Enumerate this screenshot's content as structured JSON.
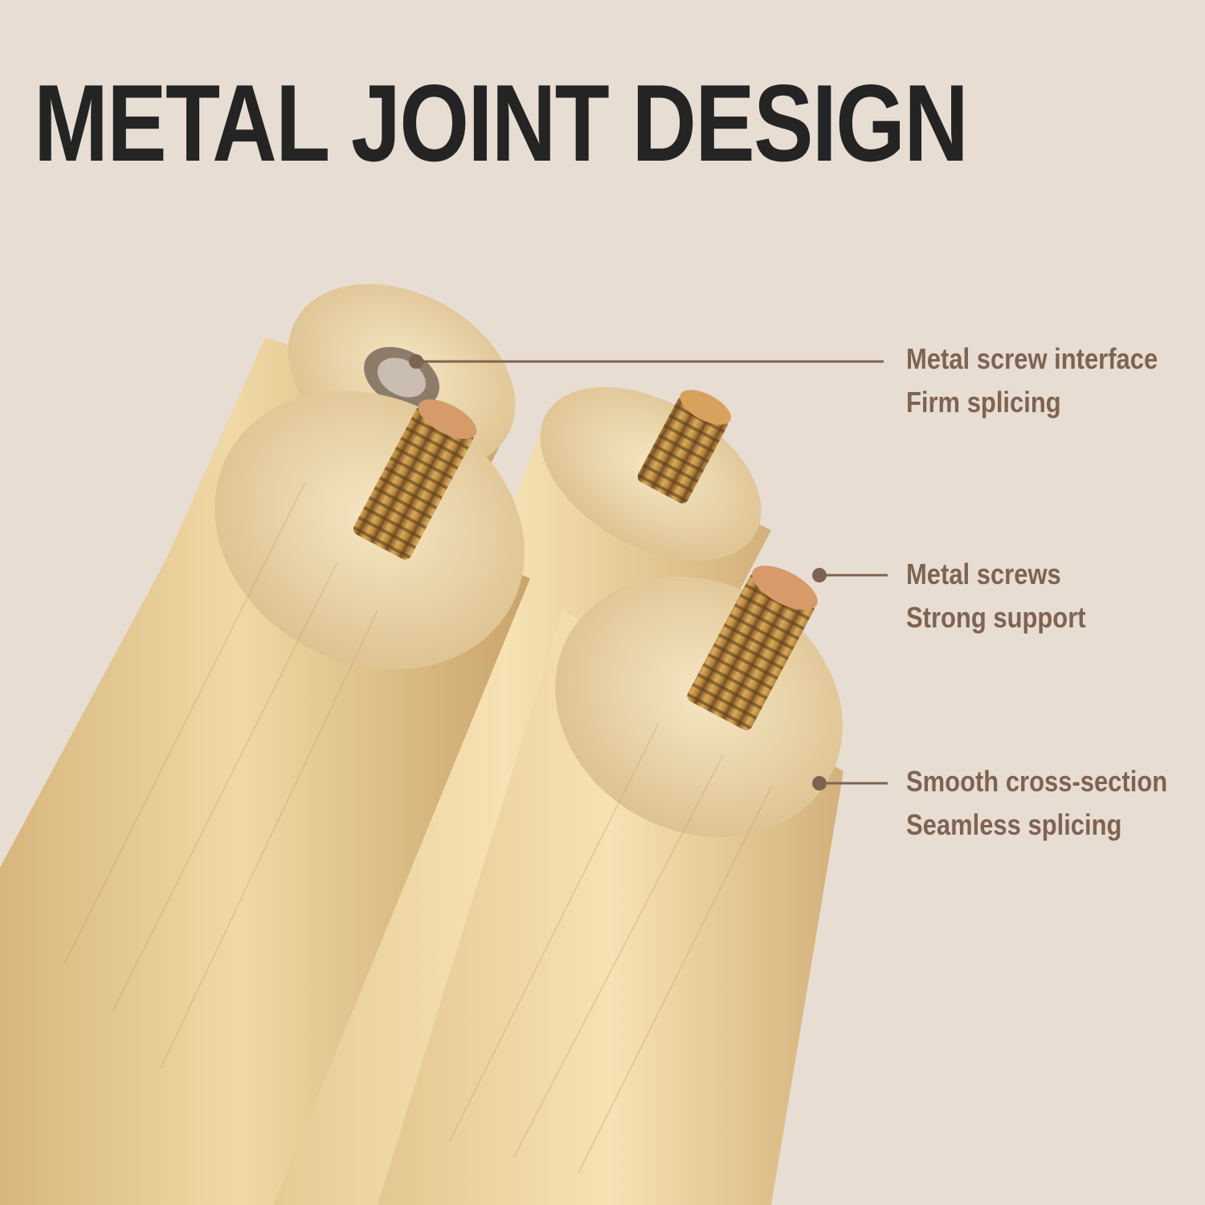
{
  "title": "METAL JOINT DESIGN",
  "callouts": [
    {
      "line1": "Metal screw interface",
      "line2": "Firm splicing"
    },
    {
      "line1": "Metal screws",
      "line2": "Strong support"
    },
    {
      "line1": "Smooth cross-section",
      "line2": "Seamless splicing"
    }
  ],
  "colors": {
    "background": "#e7ddd3",
    "title": "#242424",
    "callout_text": "#7f6352",
    "wood": "#e8cf9c",
    "wood_end": "#f1dfb6",
    "screw": "#c99a4b"
  }
}
